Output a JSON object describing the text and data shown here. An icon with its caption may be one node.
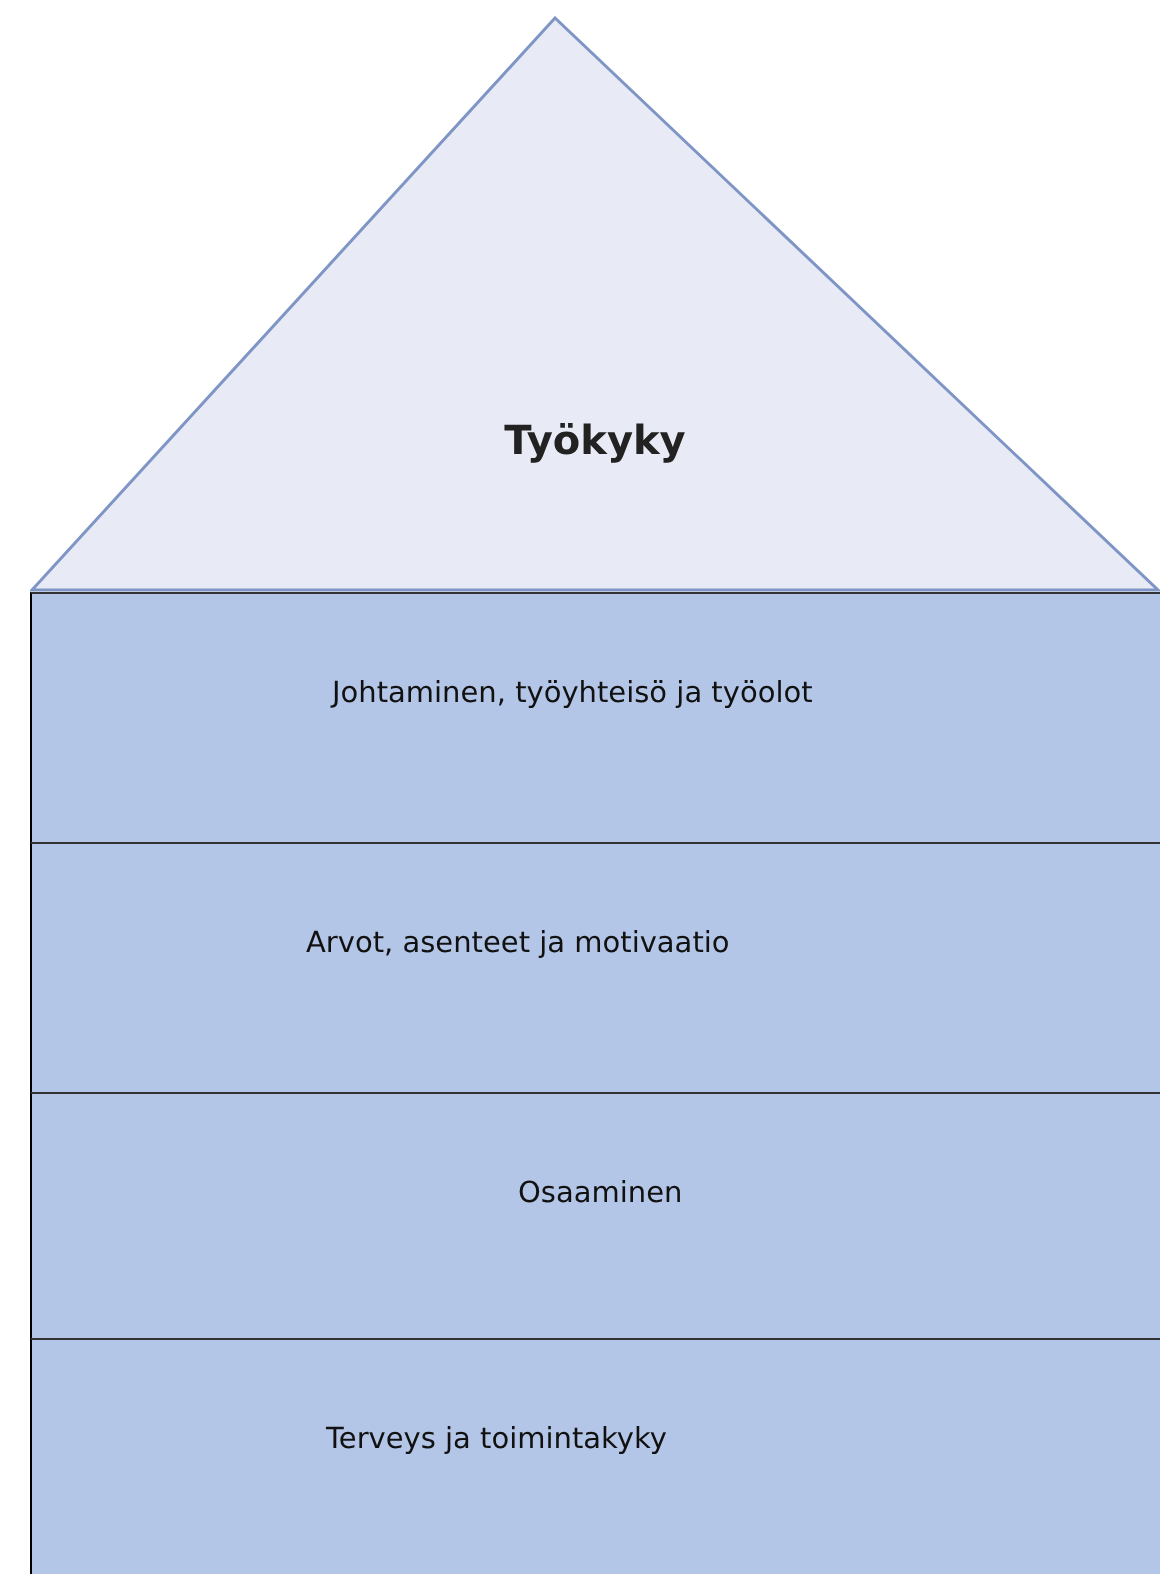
{
  "diagram": {
    "nodes": [
      {
        "text": [
          "Työkyky"
        ]
      },
      {
        "text": [
          "Johtaminen, työyhteisö ja työolot"
        ]
      },
      {
        "text": [
          "Arvot, asenteet ja motivaatio"
        ]
      },
      {
        "text": [
          "Osaaminen"
        ]
      },
      {
        "text": [
          "Terveys ja toimintakyky"
        ]
      }
    ]
  }
}
